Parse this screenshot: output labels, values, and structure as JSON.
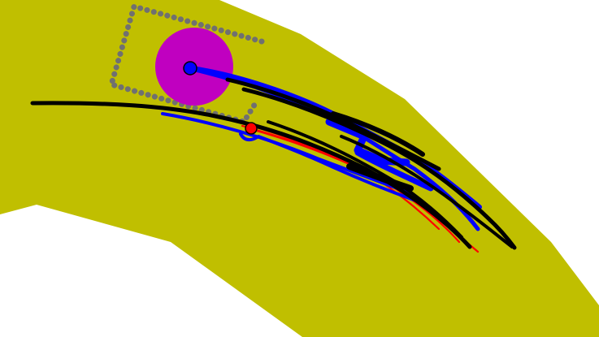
{
  "scene": {
    "background_color": "#ffffff",
    "road_color": "#c0bf00",
    "goal_color": "#c000c0",
    "ego_color": "#0000ff",
    "ghost_color": "#000000",
    "reference_color": "#ff0000",
    "waypoint_color": "#707070"
  },
  "elements": {
    "road": "road-area",
    "goal": "goal-zone",
    "ego": "ego-agent",
    "marker": "start-marker",
    "waypoints": "waypoint-outline"
  },
  "icons": {
    "goal": "target-circle-icon",
    "ego": "agent-dot-icon",
    "marker": "marker-dot-icon"
  }
}
